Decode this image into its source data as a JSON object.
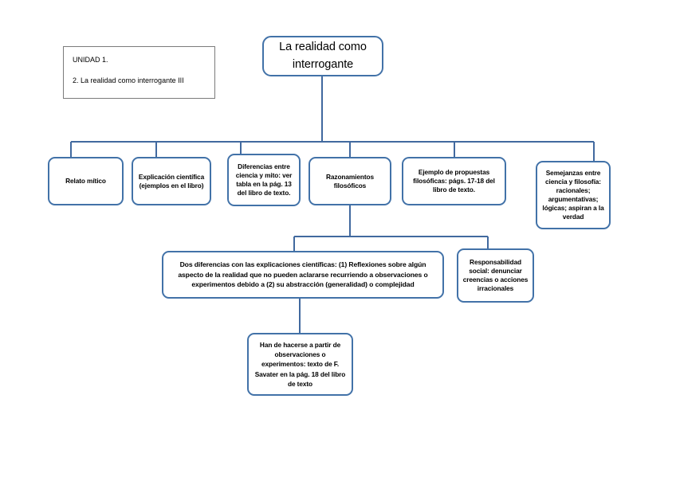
{
  "document": {
    "title": "La realidad como interrogante III — mapa conceptual"
  },
  "colors": {
    "connector": "#41699f",
    "node_border": "#4272a8",
    "unit_border": "#7b7b7b",
    "background": "#ffffff",
    "text": "#000000"
  },
  "unit_box": {
    "line1": "UNIDAD 1.",
    "line2": "2. La realidad como interrogante III"
  },
  "root": {
    "label": "La realidad como interrogante"
  },
  "level1": [
    {
      "id": "relato-mitico",
      "label": "Relato mítico"
    },
    {
      "id": "explicacion-cientifica",
      "label": "Explicación científica (ejemplos en el libro)"
    },
    {
      "id": "diferencias-ciencia-mito",
      "label": "Diferencias entre ciencia y mito: ver tabla en la pág. 13 del libro de texto."
    },
    {
      "id": "razonamientos-filosoficos",
      "label": "Razonamientos filosóficos"
    },
    {
      "id": "ejemplo-propuestas",
      "label": "Ejemplo de propuestas filosóficas: págs. 17-18 del libro de texto."
    },
    {
      "id": "semejanzas-ciencia-filosofia",
      "label": "Semejanzas entre ciencia y filosofía: racionales; argumentativas; lógicas; aspiran a la verdad"
    }
  ],
  "level2": [
    {
      "id": "dos-diferencias",
      "label": "Dos diferencias con las explicaciones científicas: (1) Reflexiones sobre algún aspecto de la realidad que no pueden aclararse recurriendo a observaciones o experimentos debido a (2) su abstracción (generalidad) o complejidad"
    },
    {
      "id": "responsabilidad-social",
      "label": "Responsabilidad social: denunciar creencias o acciones irracionales"
    }
  ],
  "level3": [
    {
      "id": "han-de-hacerse",
      "label": "Han de hacerse a partir de observaciones o experimentos: texto de F. Savater en la pág. 18 del libro de texto"
    }
  ]
}
